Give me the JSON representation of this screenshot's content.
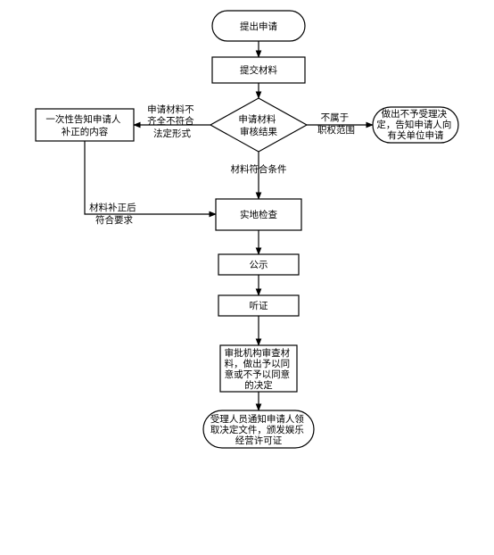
{
  "nodes": {
    "start": [
      "提出申请"
    ],
    "submit": [
      "提交材料"
    ],
    "review": [
      "申请材料",
      "审核结果"
    ],
    "inform": [
      "一次性告知申请人",
      "补正的内容"
    ],
    "reject": [
      "做出不予受理决",
      "定，告知申请人向",
      "有关单位申请"
    ],
    "inspect": [
      "实地检查"
    ],
    "publicize": [
      "公示"
    ],
    "hearing": [
      "听证"
    ],
    "decide": [
      "审批机构审查材",
      "料，做出予以同",
      "意或不予以同意",
      "的决定"
    ],
    "notify": [
      "受理人员通知申请人领",
      "取决定文件，颁发娱乐",
      "经营许可证"
    ]
  },
  "edge_labels": {
    "incomplete": [
      "申请材料不",
      "齐全不符合",
      "法定形式"
    ],
    "out_of_scope": [
      "不属于",
      "职权范围"
    ],
    "qualified": [
      "材料符合条件"
    ],
    "corrected": [
      "材料补正后",
      "符合要求"
    ]
  }
}
